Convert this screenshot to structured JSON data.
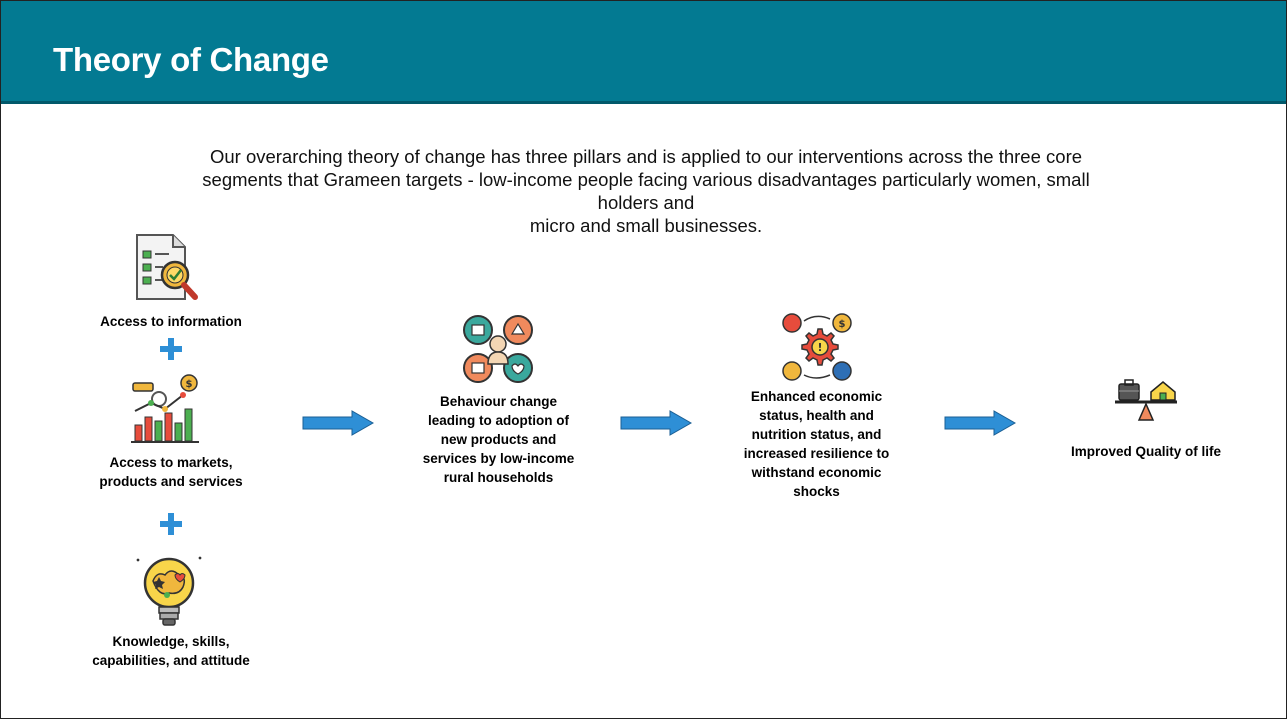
{
  "header": {
    "title": "Theory of Change"
  },
  "intro": {
    "line1": "Our overarching theory of change has three pillars and is applied to our interventions across the three core",
    "line2": "segments that Grameen targets - low-income people facing various disadvantages particularly women, small",
    "line3": "holders and",
    "line4": "micro and small businesses."
  },
  "inputs": {
    "information": "Access to information",
    "markets_line1": "Access to markets,",
    "markets_line2": "products and services",
    "knowledge_line1": "Knowledge, skills,",
    "knowledge_line2": "capabilities, and attitude"
  },
  "behaviour": {
    "line1": "Behaviour change",
    "line2": "leading to adoption of",
    "line3": "new products and",
    "line4": "services by low-income",
    "line5": "rural households"
  },
  "economic": {
    "line1": "Enhanced economic",
    "line2": "status, health and",
    "line3": "nutrition status, and",
    "line4": "increased resilience to",
    "line5": "withstand economic",
    "line6": "shocks"
  },
  "outcome": {
    "label": "Improved Quality of life"
  },
  "colors": {
    "header": "#037a92",
    "arrow": "#2e8fd6",
    "plus": "#2e8fd6"
  },
  "icons": [
    "checklist-magnifier-icon",
    "plus-icon",
    "market-chart-icon",
    "plus-icon",
    "lightbulb-brain-icon",
    "behaviour-circles-icon",
    "economic-gear-cycle-icon",
    "balance-scale-icon"
  ]
}
